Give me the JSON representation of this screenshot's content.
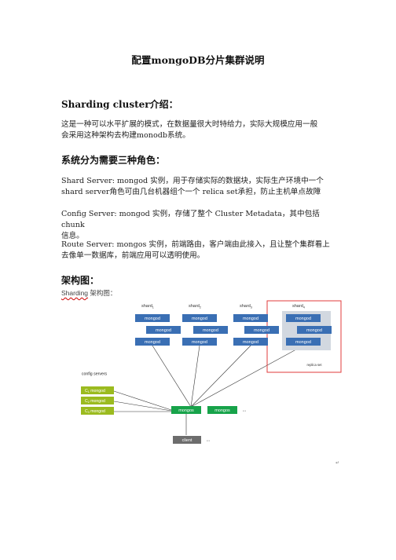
{
  "document": {
    "title": "配置mongoDB分片集群说明",
    "sections": [
      {
        "heading": "Sharding cluster介绍："
      },
      {
        "heading": "系统分为需要三种角色："
      },
      {
        "heading": "架构图："
      }
    ],
    "intro_lines": [
      "这是一种可以水平扩展的模式，在数据量很大时特给力，实际大规模应用一般",
      "会采用这种架构去构建monodb系统。"
    ],
    "shard_lines": [
      "Shard Server: mongod 实例，用于存储实际的数据块，实际生产环境中一个",
      "shard server角色可由几台机器组个一个 relica set承担，防止主机单点故障"
    ],
    "config_lines": [
      "Config Server: mongod 实例，存储了整个 Cluster Metadata，其中包括 chunk",
      "信息。"
    ],
    "route_lines": [
      "Route Server: mongos 实例，前端路由，客户端由此接入，且让整个集群看上",
      "去像单一数据库，前端应用可以透明使用。"
    ],
    "figure_caption_word": "Sharding",
    "figure_caption_rest": " 架构图：",
    "corner_mark": "↵"
  },
  "diagram": {
    "shards": [
      {
        "label_base": "shard",
        "label_sub": "1",
        "nodes": [
          "mongod",
          "mongod",
          "mongod"
        ]
      },
      {
        "label_base": "shard",
        "label_sub": "2",
        "nodes": [
          "mongod",
          "mongod",
          "mongod"
        ]
      },
      {
        "label_base": "shard",
        "label_sub": "3",
        "nodes": [
          "mongod",
          "mongod",
          "mongod"
        ]
      },
      {
        "label_base": "shard",
        "label_sub": "4",
        "nodes": [
          "mongod",
          "mongod",
          "mongod"
        ]
      }
    ],
    "replica_label": "replica set",
    "config_title": "config servers",
    "config_nodes": [
      {
        "prefix": "C",
        "sub": "1",
        "text": " mongod"
      },
      {
        "prefix": "C",
        "sub": "2",
        "text": " mongod"
      },
      {
        "prefix": "C",
        "sub": "3",
        "text": " mongod"
      }
    ],
    "mongos_nodes": [
      "mongos",
      "mongos"
    ],
    "mongos_ellipsis": "...",
    "client_label": "client",
    "client_ellipsis": "...",
    "colors": {
      "mongod": "#3a6fb4",
      "config": "#9bbb1f",
      "mongos": "#17a34a",
      "client": "#6d6d6d",
      "replica_border": "#e23b3b",
      "replica_bg": "#d2d8e0",
      "line": "#333333"
    }
  }
}
